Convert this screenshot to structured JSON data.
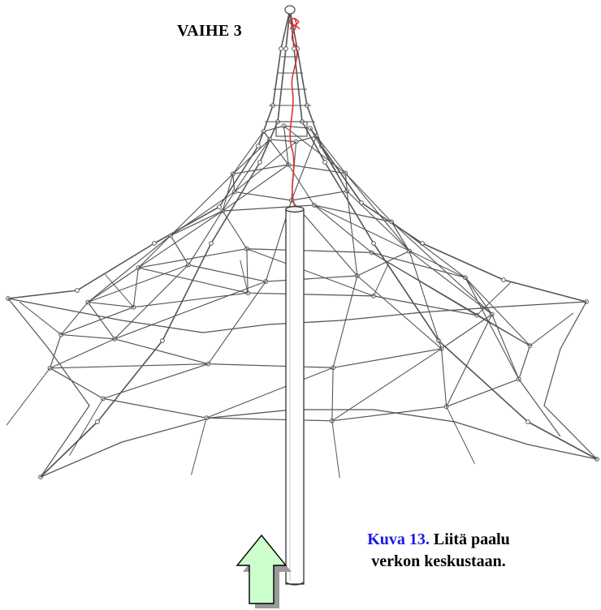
{
  "step_title": "VAIHE 3",
  "caption": {
    "figure_label": "Kuva 13.",
    "line1_rest": " Liitä paalu",
    "line2": "verkon keskustaan."
  },
  "colors": {
    "figure_label": "#1a1ae6",
    "net_rope": "#555555",
    "red_rope": "#e03030",
    "arrow_fill": "#ccffcc",
    "arrow_stroke": "#000000",
    "arrow_shadow": "#9a9a9a"
  },
  "icons": [
    "up-arrow-icon"
  ]
}
